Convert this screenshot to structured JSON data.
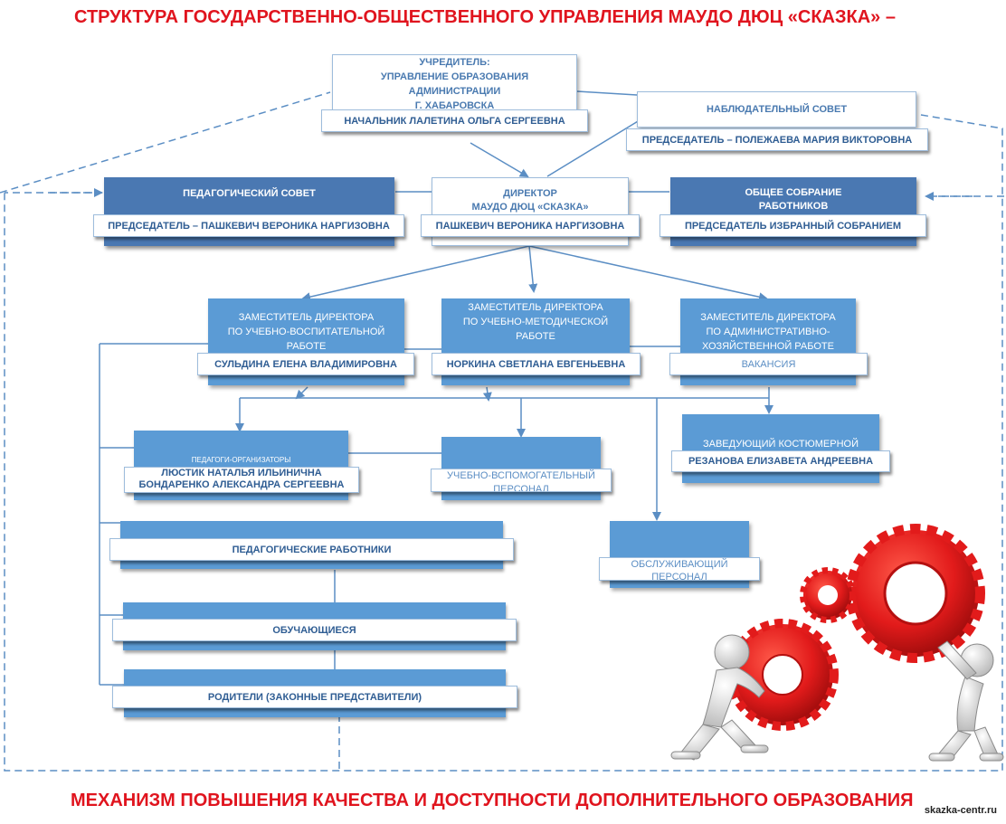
{
  "title": "СТРУКТУРА ГОСУДАРСТВЕННО-ОБЩЕСТВЕННОГО УПРАВЛЕНИЯ МАУДО ДЮЦ «СКАЗКА» –",
  "bottom_title": "МЕХАНИЗМ ПОВЫШЕНИЯ КАЧЕСТВА И ДОСТУПНОСТИ ДОПОЛНИТЕЛЬНОГО ОБРАЗОВАНИЯ",
  "watermark": "skazka-centr.ru",
  "colors": {
    "title_red": "#e0141e",
    "box_dark": "#4a78b2",
    "box_mid": "#5b9bd5",
    "line": "#5b8ec4",
    "gear_red": "#e21b1b"
  },
  "founder": {
    "title": "УЧРЕДИТЕЛЬ:\nУПРАВЛЕНИЕ ОБРАЗОВАНИЯ\nАДМИНИСТРАЦИИ\nГ. ХАБАРОВСКА",
    "label": "НАЧАЛЬНИК ЛАЛЕТИНА ОЛЬГА СЕРГЕЕВНА"
  },
  "supervisory": {
    "title": "НАБЛЮДАТЕЛЬНЫЙ СОВЕТ",
    "label": "ПРЕДСЕДАТЕЛЬ – ПОЛЕЖАЕВА МАРИЯ ВИКТОРОВНА"
  },
  "ped_council": {
    "title": "ПЕДАГОГИЧЕСКИЙ СОВЕТ",
    "label": "ПРЕДСЕДАТЕЛЬ – ПАШКЕВИЧ ВЕРОНИКА НАРГИЗОВНА"
  },
  "director": {
    "title": "ДИРЕКТОР\nМАУДО ДЮЦ «СКАЗКА»",
    "label": "ПАШКЕВИЧ ВЕРОНИКА НАРГИЗОВНА"
  },
  "general_meeting": {
    "title": "ОБЩЕЕ СОБРАНИЕ\nРАБОТНИКОВ",
    "label": "ПРЕДСЕДАТЕЛЬ ИЗБРАННЫЙ СОБРАНИЕМ"
  },
  "deputy1": {
    "title": "ЗАМЕСТИТЕЛЬ ДИРЕКТОРА\nПО УЧЕБНО-ВОСПИТАТЕЛЬНОЙ\nРАБОТЕ",
    "label": "СУЛЬДИНА ЕЛЕНА ВЛАДИМИРОВНА"
  },
  "deputy2": {
    "title": "ЗАМЕСТИТЕЛЬ ДИРЕКТОРА\nПО УЧЕБНО-МЕТОДИЧЕСКОЙ\nРАБОТЕ",
    "label": "НОРКИНА СВЕТЛАНА ЕВГЕНЬЕВНА"
  },
  "deputy3": {
    "title": "ЗАМЕСТИТЕЛЬ ДИРЕКТОРА\nПО АДМИНИСТРАТИВНО-\nХОЗЯЙСТВЕННОЙ РАБОТЕ",
    "label": "ВАКАНСИЯ"
  },
  "organizers": {
    "title": "ПЕДАГОГИ-ОРГАНИЗАТОРЫ",
    "label": "ЛЮСТИК НАТАЛЬЯ ИЛЬИНИЧНА\nБОНДАРЕНКО АЛЕКСАНДРА СЕРГЕЕВНА"
  },
  "support_staff": {
    "label": "УЧЕБНО-ВСПОМОГАТЕЛЬНЫЙ\nПЕРСОНАЛ"
  },
  "costume": {
    "title": "ЗАВЕДУЮЩИЙ КОСТЮМЕРНОЙ",
    "label": "РЕЗАНОВА ЕЛИЗАВЕТА АНДРЕЕВНА"
  },
  "service_staff": {
    "label": "ОБСЛУЖИВАЮЩИЙ\nПЕРСОНАЛ"
  },
  "teachers": {
    "label": "ПЕДАГОГИЧЕСКИЕ РАБОТНИКИ"
  },
  "students": {
    "label": "ОБУЧАЮЩИЕСЯ"
  },
  "parents": {
    "label": "РОДИТЕЛИ (ЗАКОННЫЕ ПРЕДСТАВИТЕЛИ)"
  },
  "illustration": {
    "icon": "people-pushing-gears-icon"
  }
}
